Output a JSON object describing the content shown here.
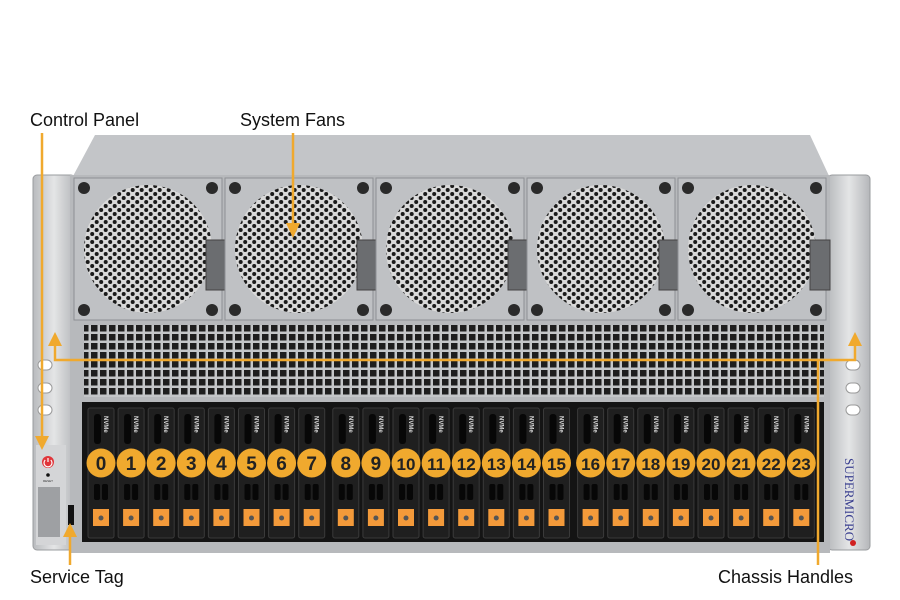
{
  "callouts": {
    "control_panel": "Control Panel",
    "system_fans": "System Fans",
    "service_tag": "Service Tag",
    "chassis_handles": "Chassis Handles"
  },
  "drive_bays": [
    "0",
    "1",
    "2",
    "3",
    "4",
    "5",
    "6",
    "7",
    "8",
    "9",
    "10",
    "11",
    "12",
    "13",
    "14",
    "15",
    "16",
    "17",
    "18",
    "19",
    "20",
    "21",
    "22",
    "23"
  ],
  "drive_label": "NVMe",
  "control_panel": {
    "reset_label": "RESET"
  },
  "brand": "SUPERMICRO",
  "fan_count": 5,
  "colors": {
    "accent": "#f0a92e",
    "latch": "#f39a3a",
    "chassis": "#c9cbce",
    "bay": "#111111",
    "brand": "#3a3f8f",
    "power": "#e0353a"
  }
}
